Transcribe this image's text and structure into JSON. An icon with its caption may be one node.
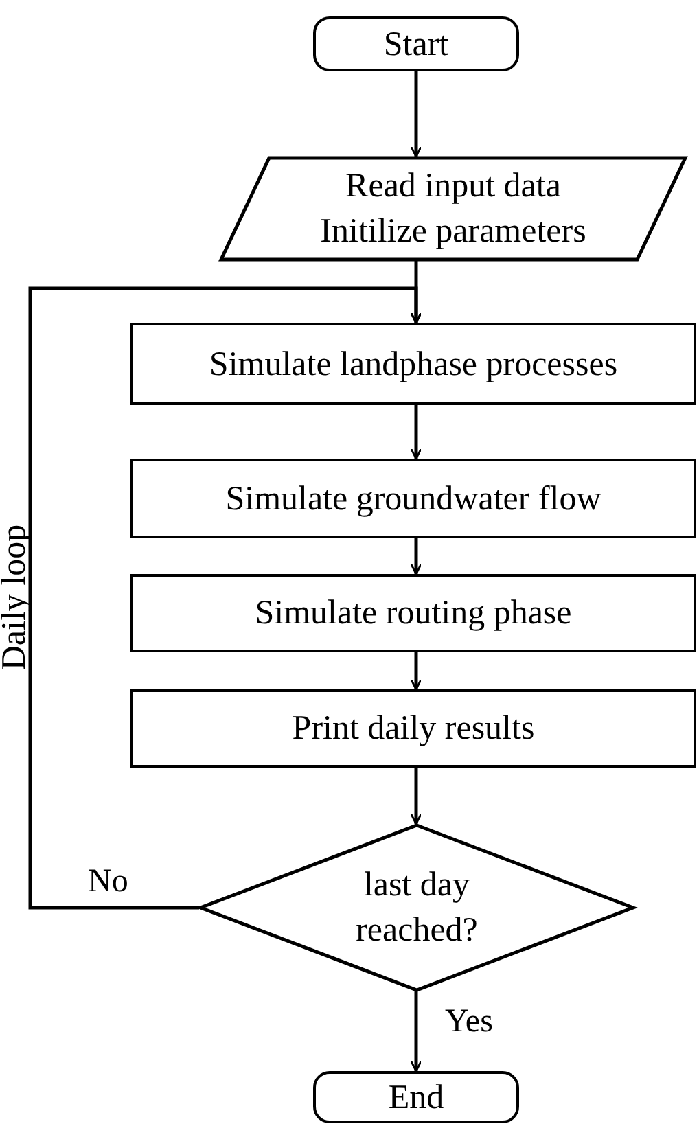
{
  "diagram": {
    "nodes": [
      {
        "text": [
          "Start"
        ]
      },
      {
        "text": [
          "Read input data",
          "Initilize parameters"
        ]
      },
      {
        "text": [
          "Simulate landphase processes"
        ]
      },
      {
        "text": [
          "Simulate groundwater flow"
        ]
      },
      {
        "text": [
          "Simulate routing phase"
        ]
      },
      {
        "text": [
          "Print daily results"
        ]
      },
      {
        "text": [
          "last day reached?"
        ]
      },
      {
        "text": [
          "End"
        ]
      }
    ],
    "edges": [
      {
        "from": 0,
        "to": 1,
        "arrow": "to"
      },
      {
        "from": 1,
        "to": 2,
        "arrow": "to"
      },
      {
        "from": 2,
        "to": 3,
        "arrow": "to"
      },
      {
        "from": 3,
        "to": 4,
        "arrow": "to"
      },
      {
        "from": 4,
        "to": 5,
        "arrow": "to"
      },
      {
        "from": 5,
        "to": 6,
        "arrow": "to"
      },
      {
        "from": 6,
        "to": 7,
        "label": "Yes",
        "arrow": "to"
      },
      {
        "from": 6,
        "to": 2,
        "label": "No",
        "arrow": "to"
      }
    ],
    "labels": [
      "Daily loop"
    ]
  }
}
